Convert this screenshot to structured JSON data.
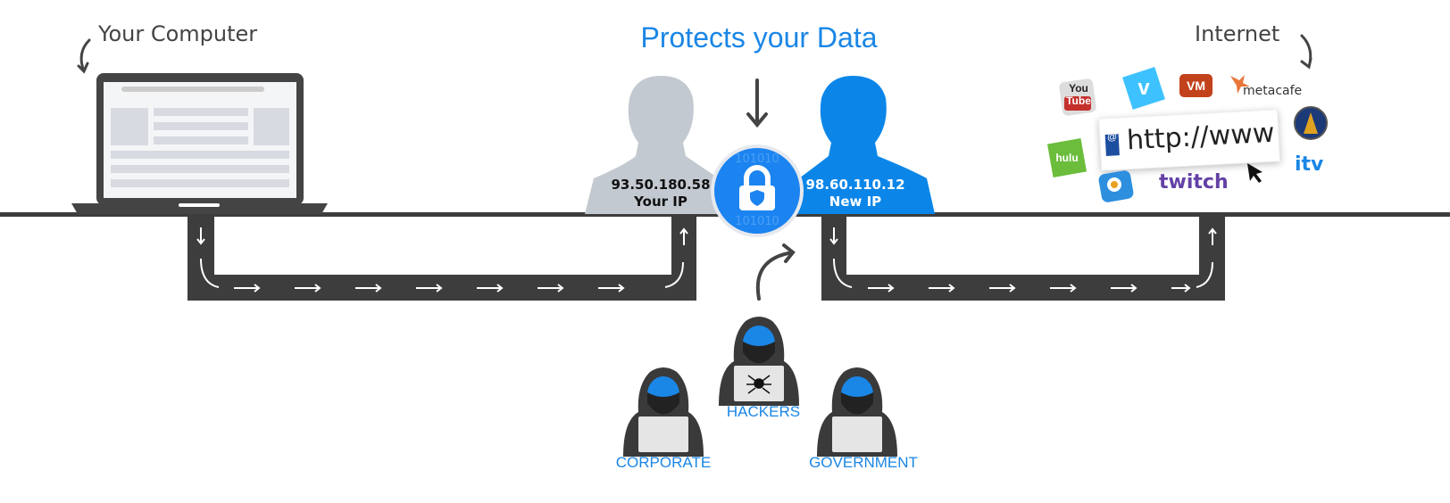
{
  "labels": {
    "computer": "Your Computer",
    "internet": "Internet",
    "title": "Protects your Data"
  },
  "your_ip": {
    "address": "93.50.180.58",
    "label": "Your IP"
  },
  "new_ip": {
    "address": "98.60.110.12",
    "label": "New IP"
  },
  "threats": {
    "hackers": "HACKERS",
    "corporate": "CORPORATE",
    "government": "GOVERNMENT"
  },
  "address_bar": {
    "text": "http://www",
    "at": "@"
  },
  "sites": {
    "youtube_top": "You",
    "youtube_bottom": "Tube",
    "vimeo": "v",
    "vm": "VM",
    "metacafe": "metacafe",
    "hulu": "hulu",
    "twitch": "twitch",
    "itv": "itv"
  },
  "colors": {
    "blue": "#1a86e6",
    "dark": "#3d3d3d",
    "gray_person": "#c3c9d0"
  }
}
